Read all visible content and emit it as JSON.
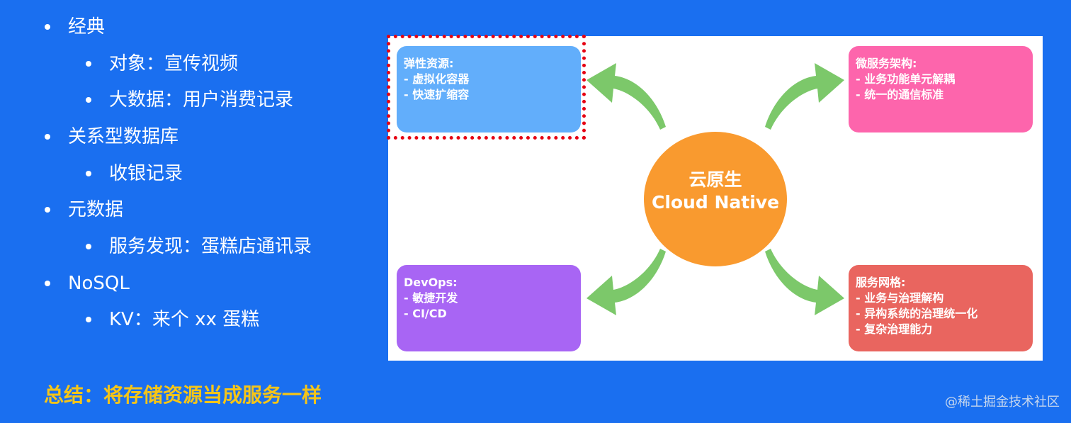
{
  "bullets": [
    {
      "text": "经典"
    },
    {
      "text": "对象：宣传视频"
    },
    {
      "text": "大数据：用户消费记录"
    },
    {
      "text": "关系型数据库"
    },
    {
      "text": "收银记录"
    },
    {
      "text": "元数据"
    },
    {
      "text": "服务发现：蛋糕店通讯录"
    },
    {
      "text": "NoSQL"
    },
    {
      "text": "KV：来个 xx 蛋糕"
    }
  ],
  "summary": "总结：将存储资源当成服务一样",
  "diagram": {
    "center": {
      "title_zh": "云原生",
      "title_en": "Cloud Native"
    },
    "elastic": {
      "title": "弹性资源:",
      "items": [
        "- 虚拟化容器",
        "- 快速扩缩容"
      ]
    },
    "micro": {
      "title": "微服务架构:",
      "items": [
        "- 业务功能单元解耦",
        "- 统一的通信标准"
      ]
    },
    "devops": {
      "title": "DevOps:",
      "items": [
        "- 敏捷开发",
        "- CI/CD"
      ]
    },
    "mesh": {
      "title": "服务网格:",
      "items": [
        "- 业务与治理解构",
        "- 异构系统的治理统一化",
        "- 复杂治理能力"
      ]
    }
  },
  "watermark": "@稀土掘金技术社区",
  "colors": {
    "background": "#1a6ff0",
    "summary": "#f5c518",
    "elastic": "#62aefb",
    "micro": "#fd65ac",
    "devops": "#a865f4",
    "mesh": "#e9655f",
    "center": "#f99a2f",
    "arrow": "#7cc86a",
    "highlight": "#e60012"
  }
}
